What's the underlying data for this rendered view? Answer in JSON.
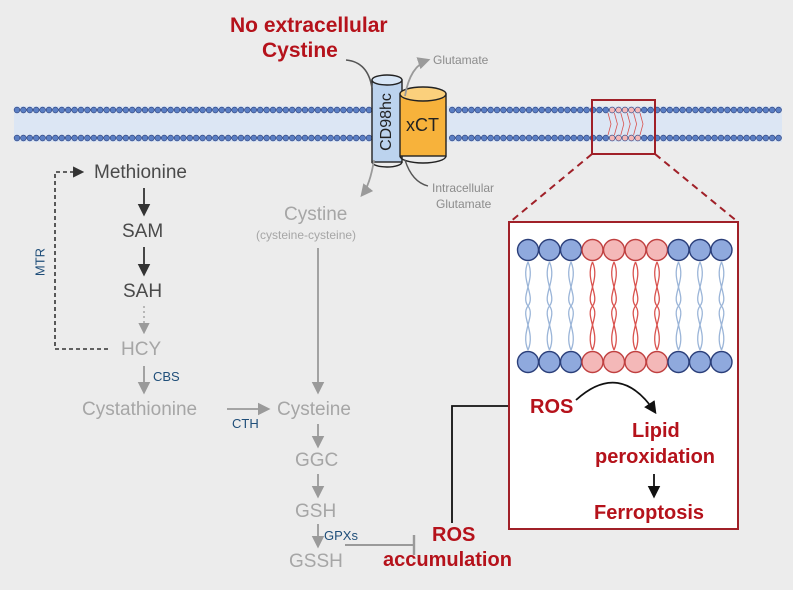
{
  "header": {
    "line1": "No extracellular",
    "line2": "Cystine"
  },
  "transporter": {
    "cd98hc": "CD98hc",
    "xct": "xCT",
    "glutamate": "Glutamate",
    "intracellular_line1": "Intracellular",
    "intracellular_line2": "Glutamate"
  },
  "methionine_cycle": {
    "methionine": "Methionine",
    "sam": "SAM",
    "sah": "SAH",
    "hcy": "HCY",
    "mtr": "MTR",
    "cbs": "CBS"
  },
  "transsulfuration": {
    "cystathionine": "Cystathionine",
    "cth": "CTH",
    "cystine": "Cystine",
    "cystine_sub": "(cysteine-cysteine)",
    "cysteine": "Cysteine",
    "ggc": "GGC",
    "gsh": "GSH",
    "gpxs": "GPXs",
    "gssh": "GSSH"
  },
  "outcome": {
    "ros_acc_line1": "ROS",
    "ros_acc_line2": "accumulation",
    "ros": "ROS",
    "lipid_line1": "Lipid",
    "lipid_line2": "peroxidation",
    "ferroptosis": "Ferroptosis"
  },
  "colors": {
    "background": "#ececec",
    "accent_red": "#b5121b",
    "enzyme_blue": "#1f4e79",
    "lipid_blue": "#5b7fc4",
    "lipid_red": "#f4b8b8",
    "xct_orange": "#f7b23b"
  }
}
